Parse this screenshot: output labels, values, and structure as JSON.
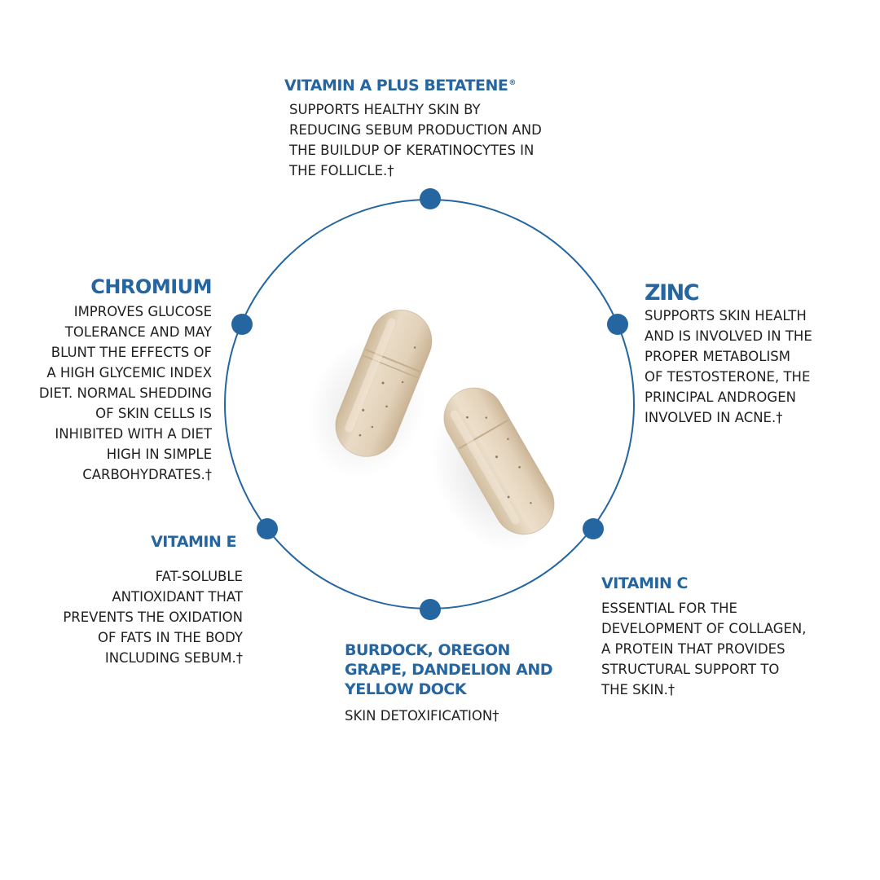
{
  "colors": {
    "accent": "#2566a0",
    "text": "#1f1f1f",
    "capsule": "#e3d3bd",
    "background": "#ffffff"
  },
  "icons": {
    "center_image": "supplement-capsules"
  },
  "ingredients": {
    "vitamin_a": {
      "title": "VITAMIN A PLUS BETATENE",
      "title_mark": "®",
      "lines": [
        "SUPPORTS HEALTHY SKIN BY",
        "REDUCING SEBUM PRODUCTION AND",
        "THE BUILDUP OF KERATINOCYTES IN",
        "THE FOLLICLE.†"
      ]
    },
    "chromium": {
      "title": "CHROMIUM",
      "lines": [
        "IMPROVES GLUCOSE",
        "TOLERANCE AND MAY",
        "BLUNT THE EFFECTS OF",
        "A HIGH GLYCEMIC INDEX",
        "DIET. NORMAL SHEDDING",
        "OF SKIN CELLS IS",
        "INHIBITED WITH A DIET",
        "HIGH IN SIMPLE",
        "CARBOHYDRATES.†"
      ]
    },
    "zinc": {
      "title": "ZINC",
      "lines": [
        "SUPPORTS SKIN HEALTH",
        "AND IS INVOLVED IN THE",
        "PROPER METABOLISM",
        "OF TESTOSTERONE, THE",
        "PRINCIPAL ANDROGEN",
        "INVOLVED IN ACNE.†"
      ]
    },
    "vitamin_e": {
      "title": "VITAMIN E",
      "lines": [
        "FAT-SOLUBLE",
        "ANTIOXIDANT THAT",
        "PREVENTS THE OXIDATION",
        "OF FATS IN THE BODY",
        "INCLUDING SEBUM.†"
      ]
    },
    "vitamin_c": {
      "title": "VITAMIN C",
      "lines": [
        "ESSENTIAL FOR THE",
        "DEVELOPMENT OF COLLAGEN,",
        "A PROTEIN THAT PROVIDES",
        "STRUCTURAL SUPPORT TO",
        "THE SKIN.†"
      ]
    },
    "burdock": {
      "title_lines": [
        "BURDOCK, OREGON",
        "GRAPE, DANDELION AND",
        "YELLOW DOCK"
      ],
      "lines": [
        "SKIN DETOXIFICATION†"
      ]
    }
  }
}
